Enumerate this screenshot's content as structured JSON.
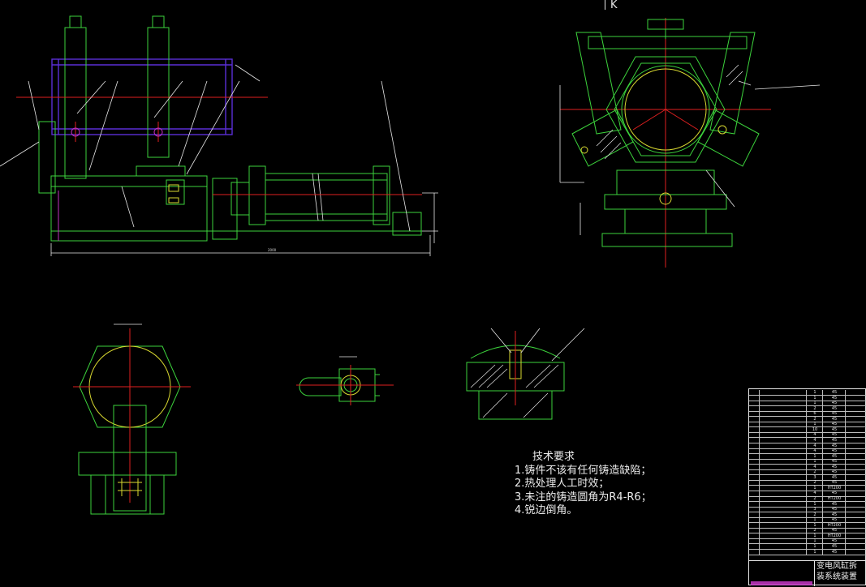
{
  "view_marker": "K",
  "notes": {
    "title": "技术要求",
    "lines": [
      "1.铸件不该有任何铸造缺陷；",
      "2.热处理人工时效；",
      "3.未注的铸造圆角为R4-R6；",
      "4.锐边倒角。"
    ]
  },
  "dimension": "2000",
  "title_block": {
    "title_line1": "变电风缸拆",
    "title_line2": "装系统装置",
    "materials": [
      "45",
      "45",
      "45",
      "45",
      "45",
      "45",
      "45",
      "45",
      "45",
      "45",
      "45",
      "45",
      "45",
      "45",
      "45",
      "45",
      "45",
      "45",
      "HT200",
      "45",
      "HT200",
      "45",
      "45",
      "45",
      "45",
      "HT200",
      "45",
      "HT200",
      "45",
      "45",
      "45"
    ],
    "quantities": [
      "1",
      "1",
      "1",
      "2",
      "6",
      "2",
      "1",
      "10",
      "4",
      "4",
      "4",
      "4",
      "1",
      "1",
      "4",
      "2",
      "3",
      "2",
      "1",
      "4",
      "2",
      "1",
      "3",
      "2",
      "1",
      "1",
      "2",
      "1",
      "1",
      "1",
      "1"
    ]
  },
  "colors": {
    "green": "#3cd23c",
    "red": "#e02020",
    "white": "#e6e6e6",
    "blue": "#5a2ed6",
    "yellow": "#d8d830",
    "magenta": "#c030c0"
  }
}
